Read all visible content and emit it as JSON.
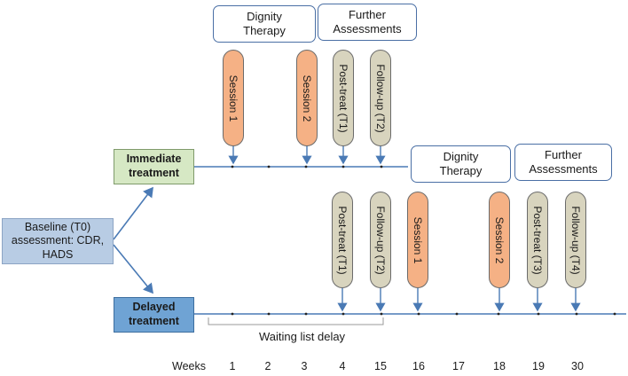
{
  "boxes": {
    "baseline": "Baseline (T0)\nassessment: CDR,\nHADS",
    "immediate": "Immediate\ntreatment",
    "delayed": "Delayed\ntreatment"
  },
  "headers": {
    "immediate_dignity": "Dignity\nTherapy",
    "immediate_further": "Further\nAssessments",
    "delayed_dignity": "Dignity\nTherapy",
    "delayed_further": "Further\nAssessments"
  },
  "immediate_pills": [
    "Session 1",
    "Session 2",
    "Post-treat (T1)",
    "Follow-up (T2)"
  ],
  "delayed_pills": [
    "Post-treat (T1)",
    "Follow-up (T2)",
    "Session 1",
    "Session 2",
    "Post-treat (T3)",
    "Follow-up (T4)"
  ],
  "waiting_label": "Waiting list delay",
  "weeks_label": "Weeks",
  "weeks": [
    "1",
    "2",
    "3",
    "4",
    "15",
    "16",
    "17",
    "18",
    "19",
    "30"
  ]
}
